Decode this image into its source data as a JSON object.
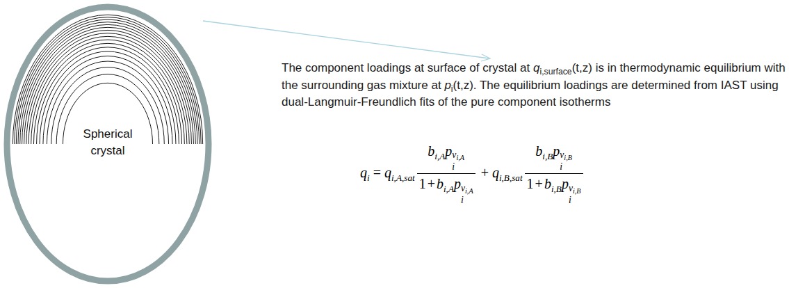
{
  "diagram": {
    "nodes": [
      {
        "text": [
          "Spherical crystal"
        ]
      }
    ],
    "labels": [
      "The component loadings at surface of crystal at",
      "q",
      "i,surface",
      "(t,z) is in thermodynamic equilibrium with the surrounding gas mixture at",
      "p",
      "i",
      "(t,z). The equilibrium loadings are determined from IAST using dual-Langmuir-Freundlich fits of the pure component isotherms",
      "q",
      "i",
      "=",
      "q",
      "i,A,sat",
      "b",
      "i,A",
      "p",
      "i",
      "ν",
      "i,A",
      "1",
      "+",
      "b",
      "i,A",
      "p",
      "i",
      "ν",
      "i,A",
      "+",
      "q",
      "i,B,sat",
      "b",
      "i,B",
      "p",
      "i",
      "ν",
      "i,B",
      "1",
      "+",
      "b",
      "i,B",
      "p",
      "i",
      "ν",
      "i,B"
    ]
  }
}
